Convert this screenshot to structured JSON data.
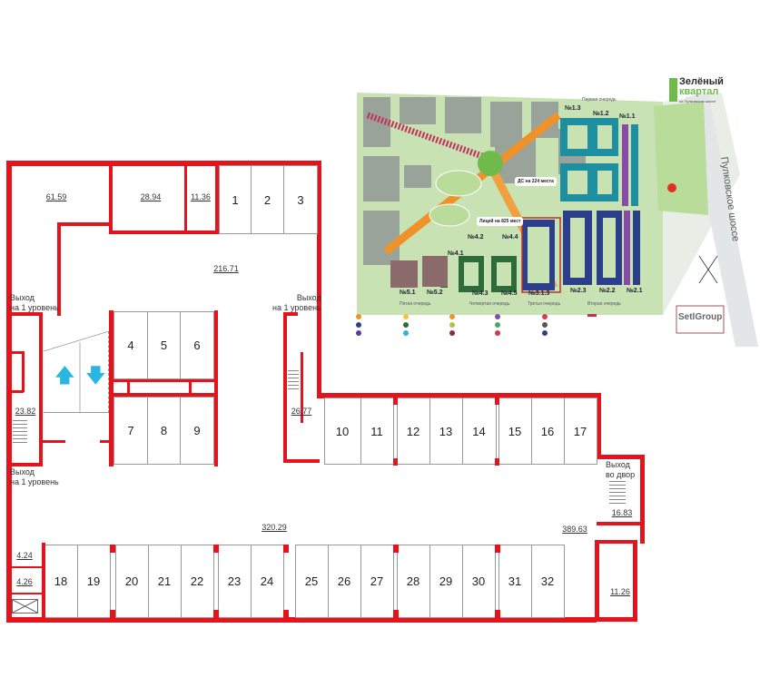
{
  "plan": {
    "areas": {
      "room_a": "61.59",
      "room_b": "28.94",
      "room_c": "11.36",
      "hall_top": "216.71",
      "stair_left": "23.82",
      "stair_right": "26.77",
      "hall_bottom": "320.29",
      "hall_right": "389.63",
      "exit_yard_room": "16.83",
      "room_right": "11.26",
      "small_1": "4.24",
      "small_2": "4.26"
    },
    "exit_labels": {
      "left_top": "Выход\nна 1 уровень",
      "right_top": "Выход\nна 1 уровень",
      "left_bottom": "Выход\nна 1 уровень",
      "yard": "Выход\nво двор"
    },
    "spaces": [
      "1",
      "2",
      "3",
      "4",
      "5",
      "6",
      "7",
      "8",
      "9",
      "10",
      "11",
      "12",
      "13",
      "14",
      "15",
      "16",
      "17",
      "18",
      "19",
      "20",
      "21",
      "22",
      "23",
      "24",
      "25",
      "26",
      "27",
      "28",
      "29",
      "30",
      "31",
      "32"
    ],
    "wall_color": "#e5141c",
    "ramp_arrow_color": "#29b6e0"
  },
  "site_map": {
    "logo_line1": "Зелёный",
    "logo_line2": "квартал",
    "logo_sub": "на Пулковском шоссе",
    "road": "Пулковское шоссе",
    "developer": "SetlGroup",
    "queues": {
      "first": "Первая очередь",
      "second": "Вторая очередь",
      "third": "Третья очередь",
      "fourth": "Четвертая очередь",
      "fifth": "Пятая очередь"
    },
    "buildings": [
      "№1.3",
      "№1.2",
      "№1.1",
      "№2.3",
      "№2.2",
      "№2.1",
      "№3.1.3",
      "№4.5",
      "№4.3",
      "№4.2",
      "№4.4",
      "№4.1",
      "№5.2",
      "№5.1"
    ],
    "kindergarten": "ДС на 224 места",
    "lyceum": "Лицей на 825 мест",
    "colors": {
      "green": "#b9dc9a",
      "gray": "#9aa39a",
      "orange": "#f0922b",
      "teal": "#1e8fa0",
      "navy": "#2c3f8a",
      "purple": "#8a4aa8",
      "pink": "#c0305a"
    }
  }
}
